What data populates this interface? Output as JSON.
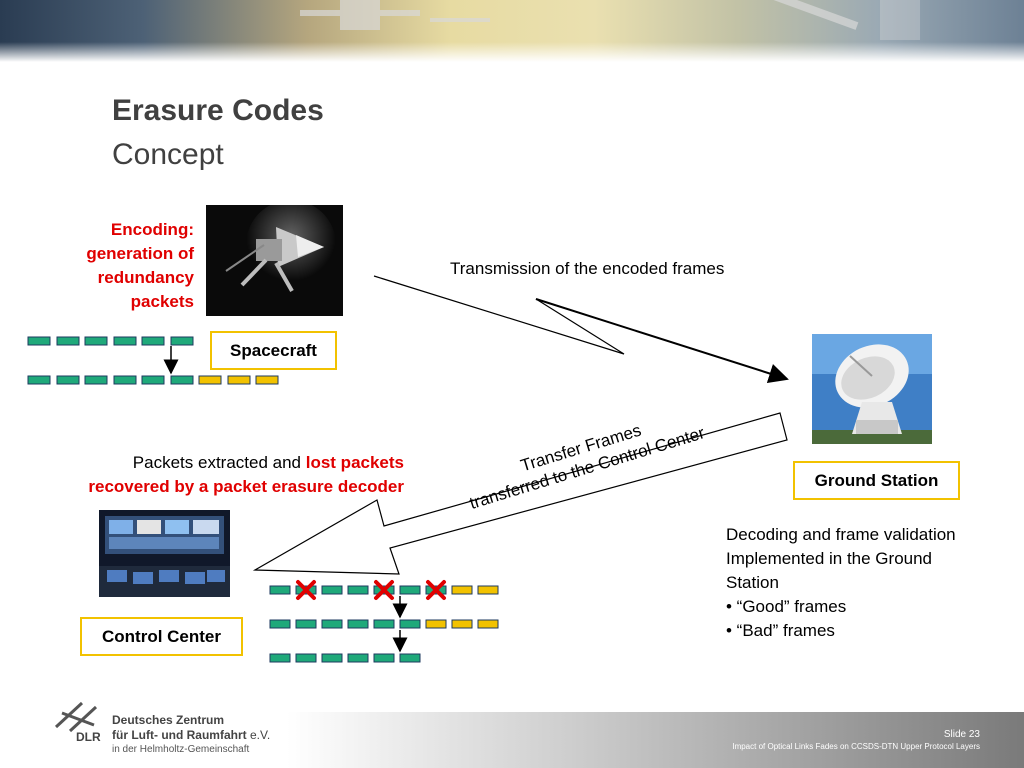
{
  "header": {
    "title": "Erasure Codes",
    "subtitle": "Concept"
  },
  "encoding": {
    "label_lines": [
      "Encoding:",
      "generation of",
      "redundancy",
      "packets"
    ]
  },
  "spacecraft": {
    "label": "Spacecraft"
  },
  "transmission": {
    "label": "Transmission of the encoded frames"
  },
  "ground_station": {
    "label": "Ground Station"
  },
  "transfer": {
    "line1": "Transfer Frames",
    "line2": "transferred to the Control Center"
  },
  "extraction": {
    "prefix": "Packets extracted and ",
    "red1": "lost packets",
    "red2": "recovered by a packet erasure decoder"
  },
  "control_center": {
    "label": "Control Center"
  },
  "decoding": {
    "line1": "Decoding and frame validation",
    "line2": "Implemented in the Ground",
    "line3": "Station",
    "bullets": [
      "• “Good” frames",
      "• “Bad” frames"
    ]
  },
  "footer": {
    "org_line1": "Deutsches Zentrum",
    "org_line2": "für Luft- und Raumfahrt",
    "org_suffix": " e.V.",
    "org_line3": "in der Helmholtz-Gemeinschaft",
    "abbr": "DLR",
    "slide": "Slide 23",
    "caption": "Impact of Optical Links Fades on CCSDS-DTN Upper Protocol Layers"
  },
  "colors": {
    "packet_green": "#1fa97a",
    "packet_yellow": "#f2c200",
    "accent_red": "#e00000",
    "box_border": "#f2c200"
  }
}
